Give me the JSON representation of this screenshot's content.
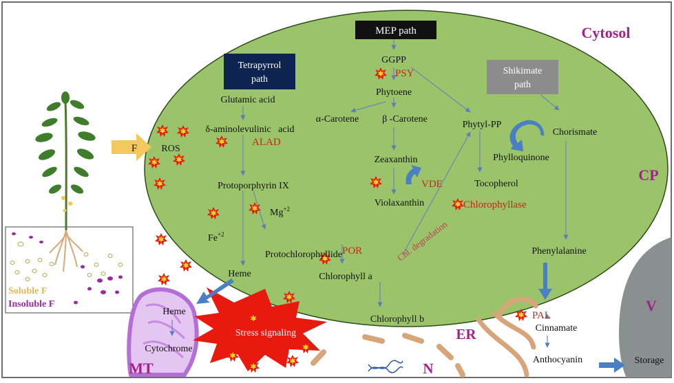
{
  "regions": {
    "cytosol": "Cytosol",
    "cp": "CP",
    "mt": "MT",
    "er": "ER",
    "n": "N",
    "v": "V"
  },
  "pathway_boxes": {
    "mep": "MEP path",
    "tetrapyrrol_line1": "Tetrapyrrol",
    "tetrapyrrol_line2": "path",
    "shikimate_line1": "Shikimate",
    "shikimate_line2": "path"
  },
  "inputs": {
    "f": "F",
    "ros": "ROS",
    "soluble_f": "Soluble F",
    "insoluble_f": "Insoluble F"
  },
  "metabolites": {
    "ggpp": "GGPP",
    "phytoene": "Phytoene",
    "alpha_carotene": "α-Carotene",
    "beta_carotene": "β -Carotene",
    "zeaxanthin": "Zeaxanthin",
    "violaxanthin": "Violaxanthin",
    "glutamic_acid": "Glutamic acid",
    "ala": "δ-aminolevulinic   acid",
    "protoporphyrin": "Protoporphyrin IX",
    "mg": "Mg",
    "mg_sup": "+2",
    "fe": "Fe",
    "fe_sup": "+2",
    "protochlorophyllide": "Protochlorophyllide",
    "heme_cp": "Heme",
    "chlorophyll_a": "Chlorophyll a",
    "chlorophyll_b": "Chlorophyll b",
    "phytyl_pp": "Phytyl-PP",
    "phylloquinone": "Phylloquinone",
    "tocopherol": "Tocopherol",
    "chorismate": "Chorismate",
    "phenylalanine": "Phenylalanine",
    "cinnamate": "Cinnamate",
    "anthocyanin": "Anthocyanin",
    "storage": "Storage",
    "heme_mt": "Heme",
    "cytochrome": "Cytochrome"
  },
  "enzymes": {
    "psy": "PSY",
    "alad": "ALAD",
    "vde": "VDE",
    "chlorophyllase": "Chlorophyllase",
    "por": "POR",
    "pal": "PAL"
  },
  "labels": {
    "chl_degradation": "Chl. degradation",
    "stress_signaling": "Stress signaling"
  },
  "colors": {
    "chloroplast_fill": "#9bc46a",
    "cytosol_label": "#a3228b",
    "enzyme_red": "#c0281e",
    "flow_arrow": "#4a7fc4",
    "mitochondrion": "#b46fd6",
    "er": "#d8a57a",
    "vacuole": "#8a8f8f",
    "burst": "#e8190e",
    "soluble": "#e0b85a",
    "insoluble": "#9b2aa0",
    "box_dark": "#0f2350",
    "box_gray": "#8c8c8c"
  }
}
